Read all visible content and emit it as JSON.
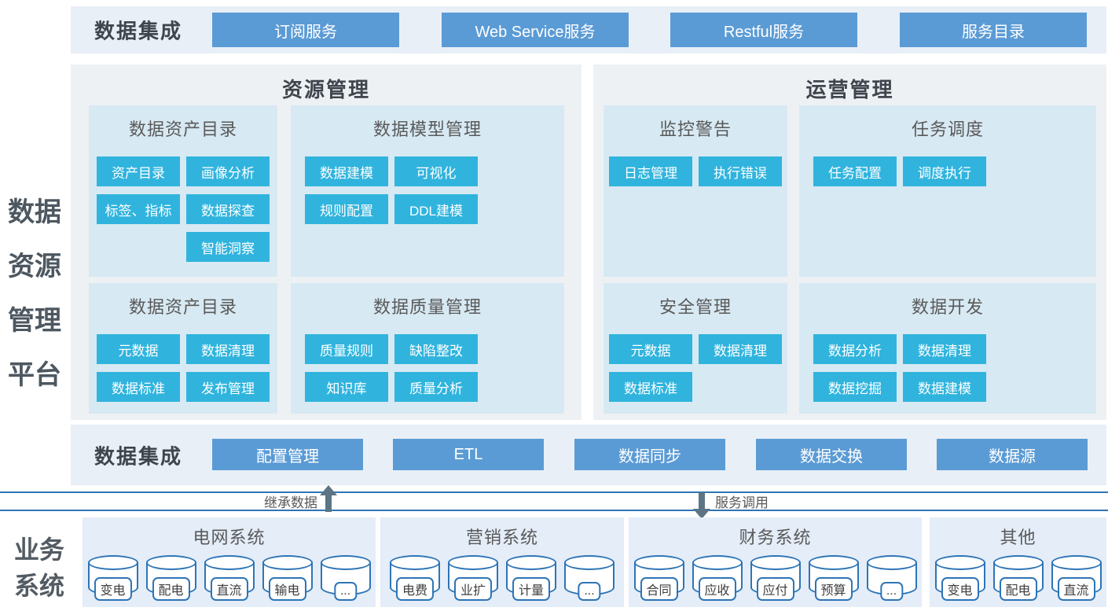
{
  "colors": {
    "bar_bg": "#e9eff7",
    "blue_button": "#5b9bd5",
    "panel_bg": "#eef1f4",
    "subpanel_bg": "#d7e9f3",
    "cyan_button": "#30b4de",
    "divider_line": "#2e75b6",
    "arrow_gray": "#5b7585",
    "group_bg": "#e4edf8",
    "dark_text": "#3f454d",
    "gray_text": "#595959"
  },
  "top_bar": {
    "label": "数据集成",
    "buttons": [
      "订阅服务",
      "Web Service服务",
      "Restful服务",
      "服务目录"
    ]
  },
  "platform_label": {
    "lines": [
      "数据",
      "资源",
      "管理",
      "平台"
    ]
  },
  "resource_panel": {
    "title": "资源管理",
    "sections": [
      {
        "title": "数据资产目录",
        "buttons": [
          "资产目录",
          "画像分析",
          "标签、指标",
          "数据探查",
          "智能洞察"
        ]
      },
      {
        "title": "数据模型管理",
        "buttons": [
          "数据建模",
          "可视化",
          "规则配置",
          "DDL建模"
        ]
      },
      {
        "title": "数据资产目录",
        "buttons": [
          "元数据",
          "数据清理",
          "数据标准",
          "发布管理"
        ]
      },
      {
        "title": "数据质量管理",
        "buttons": [
          "质量规则",
          "缺陷整改",
          "知识库",
          "质量分析"
        ]
      }
    ]
  },
  "operation_panel": {
    "title": "运营管理",
    "sections": [
      {
        "title": "监控警告",
        "buttons": [
          "日志管理",
          "执行错误"
        ]
      },
      {
        "title": "任务调度",
        "buttons": [
          "任务配置",
          "调度执行"
        ]
      },
      {
        "title": "安全管理",
        "buttons": [
          "元数据",
          "数据清理",
          "数据标准"
        ]
      },
      {
        "title": "数据开发",
        "buttons": [
          "数据分析",
          "数据清理",
          "数据挖掘",
          "数据建模"
        ]
      }
    ]
  },
  "integration_bar": {
    "label": "数据集成",
    "buttons": [
      "配置管理",
      "ETL",
      "数据同步",
      "数据交换",
      "数据源"
    ]
  },
  "divider": {
    "inherit_data": "继承数据",
    "service_call": "服务调用"
  },
  "business": {
    "label_lines": [
      "业务",
      "系统"
    ],
    "groups": [
      {
        "title": "电网系统",
        "items": [
          "变电",
          "配电",
          "直流",
          "输电",
          "..."
        ]
      },
      {
        "title": "营销系统",
        "items": [
          "电费",
          "业扩",
          "计量",
          "..."
        ]
      },
      {
        "title": "财务系统",
        "items": [
          "合同",
          "应收",
          "应付",
          "预算",
          "..."
        ]
      },
      {
        "title": "其他",
        "items": [
          "变电",
          "配电",
          "直流"
        ]
      }
    ]
  }
}
